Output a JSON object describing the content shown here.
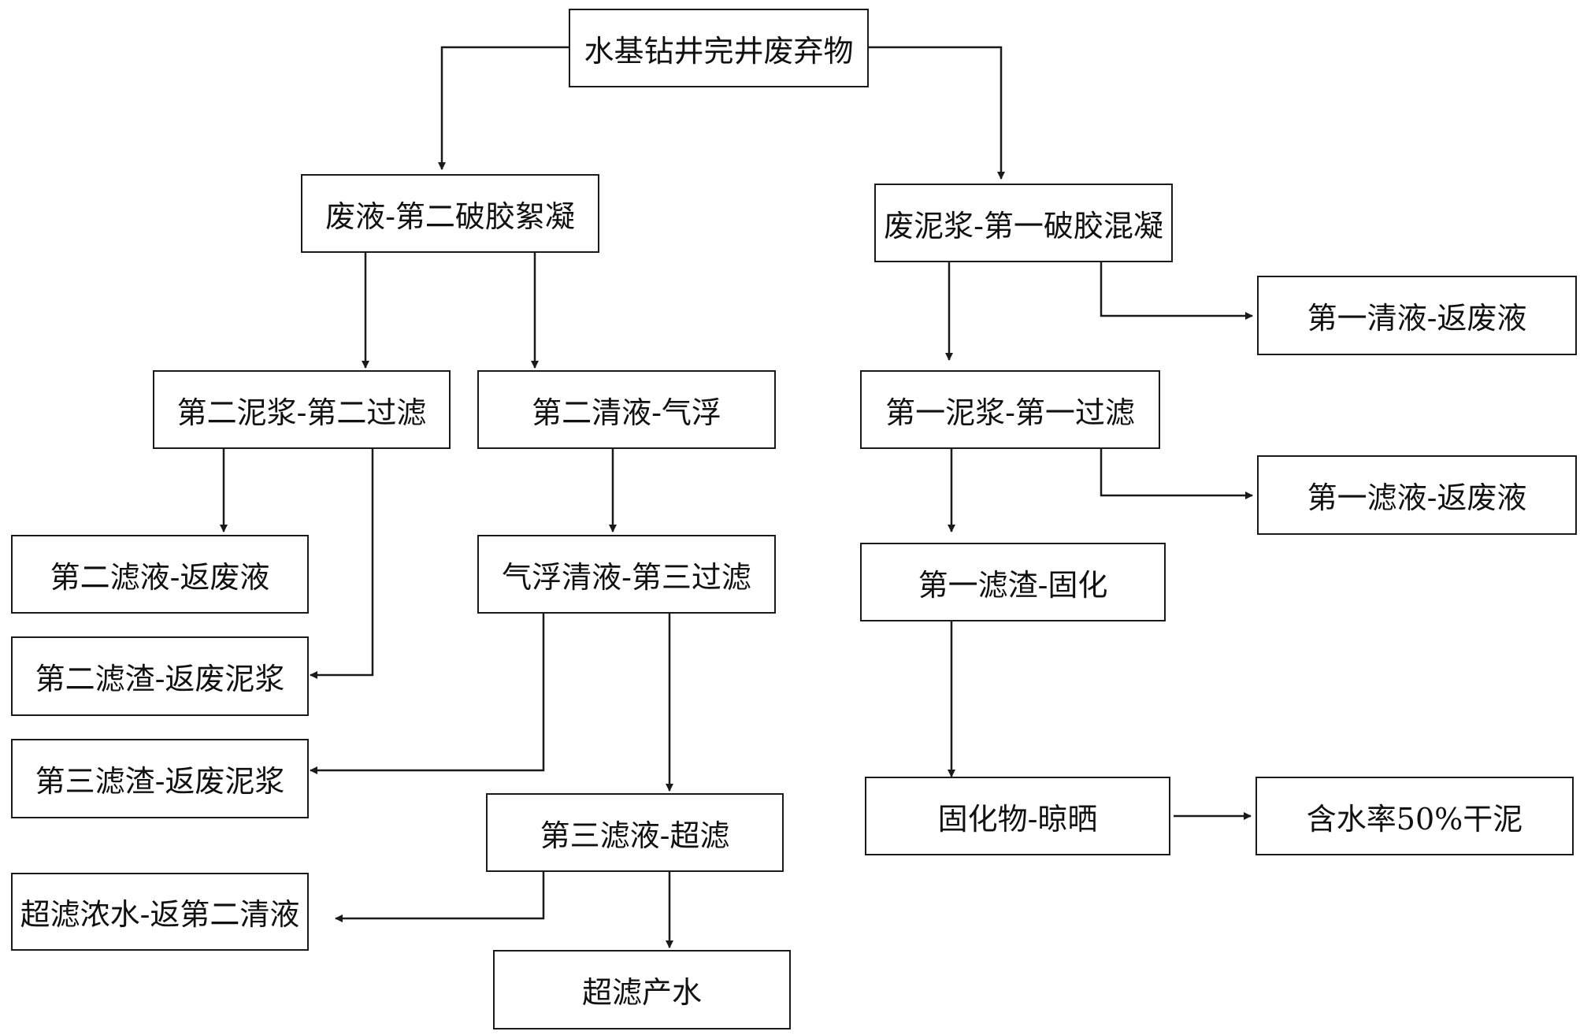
{
  "nodes": {
    "root": "水基钻井完井废弃物",
    "waste_liquid": "废液-第二破胶絮凝",
    "waste_mud": "废泥浆-第一破胶混凝",
    "first_clear": "第一清液-返废液",
    "second_mud": "第二泥浆-第二过滤",
    "second_clear": "第二清液-气浮",
    "first_mud": "第一泥浆-第一过滤",
    "first_filtrate": "第一滤液-返废液",
    "second_filtrate": "第二滤液-返废液",
    "float_clear": "气浮清液-第三过滤",
    "first_residue": "第一滤渣-固化",
    "second_residue": "第二滤渣-返废泥浆",
    "third_residue": "第三滤渣-返废泥浆",
    "solidified": "固化物-晾晒",
    "dry_mud": "含水率50%干泥",
    "third_filtrate": "第三滤液-超滤",
    "uf_concentrate": "超滤浓水-返第二清液",
    "uf_product": "超滤产水"
  },
  "edges": [
    [
      "root",
      "waste_liquid"
    ],
    [
      "root",
      "waste_mud"
    ],
    [
      "waste_liquid",
      "second_mud"
    ],
    [
      "waste_liquid",
      "second_clear"
    ],
    [
      "waste_mud",
      "first_mud"
    ],
    [
      "waste_mud",
      "first_clear"
    ],
    [
      "second_mud",
      "second_filtrate"
    ],
    [
      "second_mud",
      "second_residue"
    ],
    [
      "second_clear",
      "float_clear"
    ],
    [
      "first_mud",
      "first_residue"
    ],
    [
      "first_mud",
      "first_filtrate"
    ],
    [
      "float_clear",
      "third_residue"
    ],
    [
      "float_clear",
      "third_filtrate"
    ],
    [
      "first_residue",
      "solidified"
    ],
    [
      "solidified",
      "dry_mud"
    ],
    [
      "third_filtrate",
      "uf_concentrate"
    ],
    [
      "third_filtrate",
      "uf_product"
    ]
  ],
  "colors": {
    "line": "#1a1a1a",
    "box_border": "#1a1a1a",
    "text": "#111111"
  }
}
